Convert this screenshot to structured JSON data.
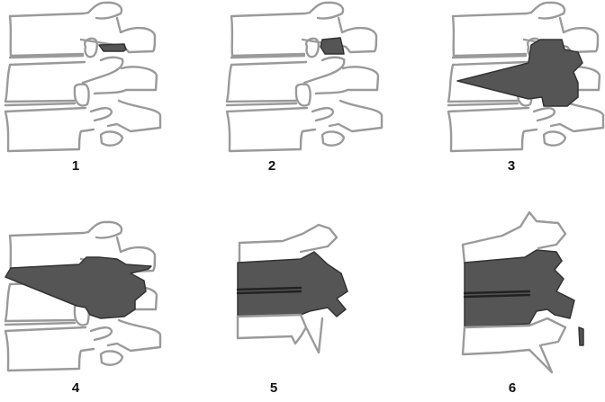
{
  "figure": {
    "panels": [
      {
        "label": "1"
      },
      {
        "label": "2"
      },
      {
        "label": "3"
      },
      {
        "label": "4"
      },
      {
        "label": "5"
      },
      {
        "label": "6"
      }
    ],
    "colors": {
      "outline": "#9a9a9a",
      "resection": "#555555"
    }
  }
}
